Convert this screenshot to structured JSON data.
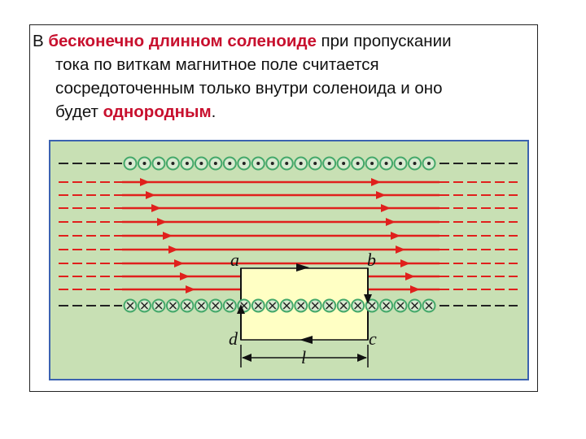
{
  "text": {
    "line1_prefix": "В ",
    "line1_highlight": "бесконечно длинном соленоиде",
    "line1_suffix": " при пропускании",
    "line2": "тока по виткам магнитное поле считается",
    "line3": "сосредоточенным только внутри соленоида и оно",
    "line4_prefix": "будет ",
    "line4_highlight": "однородным",
    "line4_suffix": "."
  },
  "labels": {
    "a": "a",
    "b": "b",
    "c": "c",
    "d": "d",
    "l": "l"
  },
  "colors": {
    "field_line": "#e0201c",
    "coil_ring": "#44a86a",
    "coil_mark": "#222222",
    "dashed": "#222222",
    "panel_bg": "#c8e0b4",
    "panel_border": "#3b62b0",
    "contour_fill": "#ffffc4",
    "highlight_text": "#c8102e"
  },
  "diagram": {
    "top_coil_symbol": "dot",
    "bottom_coil_symbol": "cross",
    "coil_count": 22,
    "field_line_count": 9
  }
}
